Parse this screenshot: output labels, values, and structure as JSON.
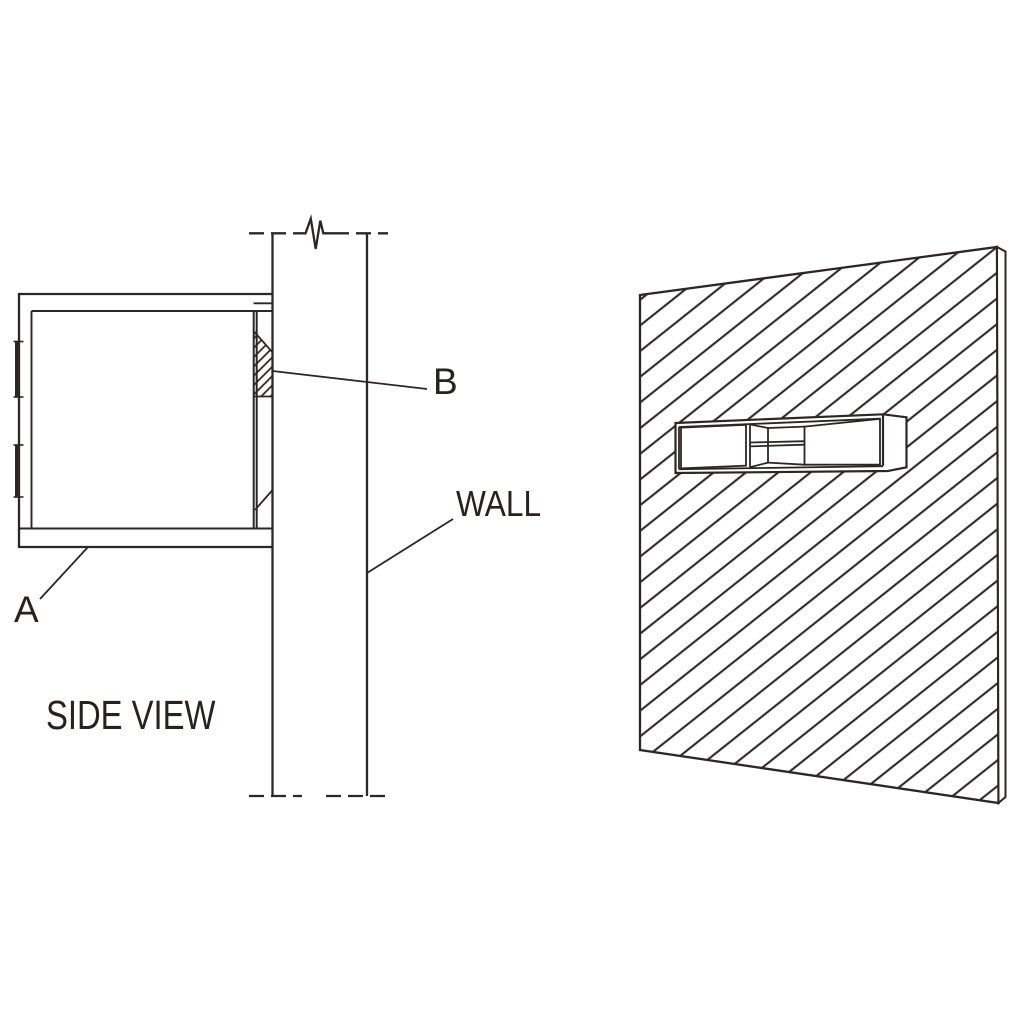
{
  "drawing": {
    "view_label": "SIDE VIEW",
    "callouts": {
      "a": "A",
      "b": "B",
      "wall": "WALL"
    }
  },
  "colors": {
    "line": "#2b2726",
    "text": "#272220",
    "background": "#ffffff"
  }
}
